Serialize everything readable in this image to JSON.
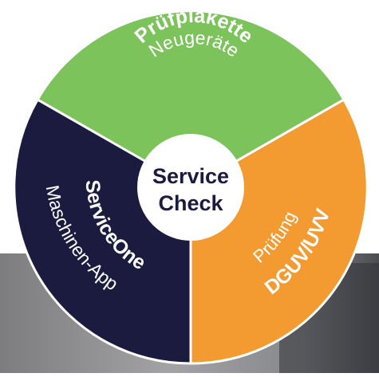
{
  "center": {
    "line1": "Service",
    "line2": "Check"
  },
  "segments": {
    "top": {
      "title": "Prüfplakette",
      "subtitle": "Neugeräte",
      "color": "#7cc35c"
    },
    "left": {
      "title": "ServiceOne",
      "subtitle": "Maschinen-App",
      "color": "#1b1b3f"
    },
    "right": {
      "title": "DGUV/UVV",
      "subtitle": "Prüfung",
      "color": "#f39a31"
    }
  },
  "colors": {
    "ring_stroke": "#ffffff",
    "center_fill": "#ffffff",
    "center_text": "#1b1b3f",
    "segment_text": "#ffffff"
  }
}
